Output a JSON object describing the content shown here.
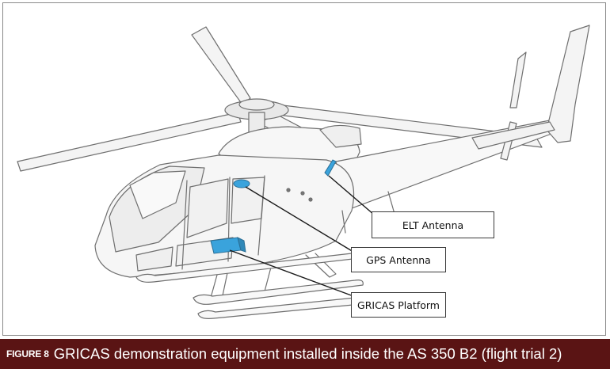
{
  "labels": {
    "elt_antenna": "ELT Antenna",
    "gps_antenna": "GPS Antenna",
    "gricas_platform": "GRICAS Platform"
  },
  "caption": {
    "figure_number": "FIGURE 8",
    "text": "GRICAS demonstration equipment installed inside the AS 350 B2 (flight trial 2)"
  },
  "colors": {
    "equipment_highlight": "#3aa3dc",
    "caption_background": "#5a1414"
  }
}
